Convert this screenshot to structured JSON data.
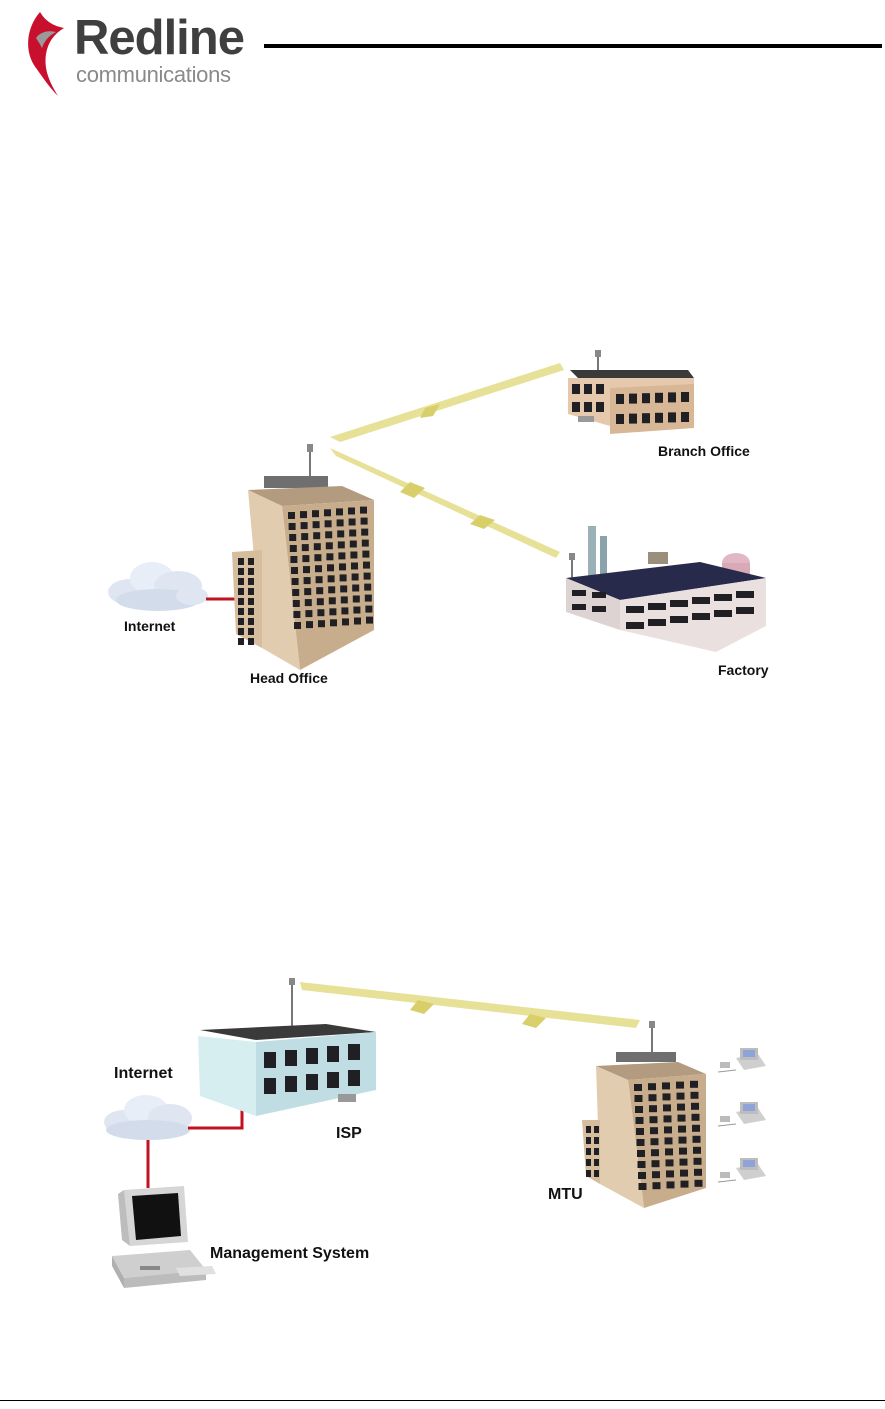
{
  "header": {
    "logo_title": "Redline",
    "logo_subtitle": "communications",
    "logo_colors": {
      "accent": "#c8102e",
      "title": "#3f3f3f",
      "subtitle": "#8a8a8a"
    }
  },
  "diagram_top": {
    "nodes": [
      {
        "name": "Head Office",
        "icon": "office-tower-icon",
        "color": "#d9c1a3"
      },
      {
        "name": "Branch Office",
        "icon": "low-rise-office-icon",
        "color": "#e6c8ad"
      },
      {
        "name": "Factory",
        "icon": "factory-icon",
        "color": "#e9dede"
      },
      {
        "name": "Internet",
        "icon": "cloud-icon"
      }
    ],
    "links": [
      {
        "from": "Head Office",
        "to": "Branch Office",
        "type": "wireless"
      },
      {
        "from": "Head Office",
        "to": "Factory",
        "type": "wireless"
      },
      {
        "from": "Internet",
        "to": "Head Office",
        "type": "wired"
      }
    ]
  },
  "diagram_bottom": {
    "nodes": [
      {
        "name": "ISP",
        "icon": "office-building-icon",
        "color": "#cfe7ea"
      },
      {
        "name": "MTU",
        "icon": "office-tower-icon",
        "color": "#d9c1a3"
      },
      {
        "name": "Internet",
        "icon": "cloud-icon"
      },
      {
        "name": "Management System",
        "icon": "desktop-computer-icon"
      }
    ],
    "links": [
      {
        "from": "ISP",
        "to": "MTU",
        "type": "wireless"
      },
      {
        "from": "Internet",
        "to": "ISP",
        "type": "wired"
      },
      {
        "from": "Internet",
        "to": "Management System",
        "type": "wired"
      }
    ],
    "endpoints_icon": "telephone-icon"
  },
  "colors": {
    "wireless_beam": "#e4dd8c",
    "wired_link": "#c1121f",
    "window": "#1f1f24"
  }
}
